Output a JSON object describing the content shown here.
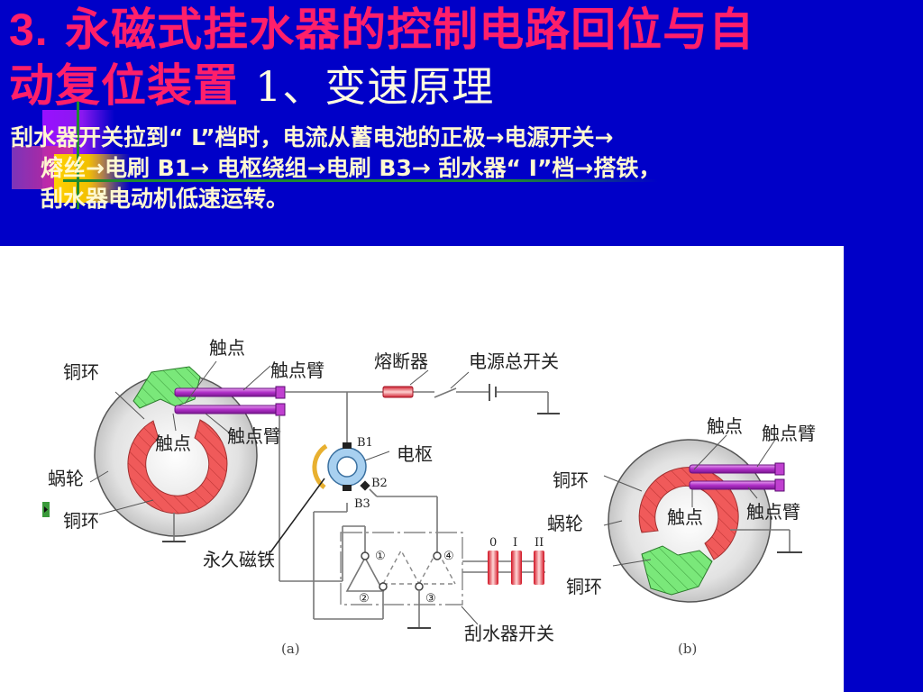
{
  "slide": {
    "title": {
      "number": "3.",
      "line1": "永磁式挂水器的控制电路回位与自",
      "line2": "动复位装置",
      "subtitle": "1、变速原理"
    },
    "body": {
      "line1": "刮水器开关拉到“ L”档时，电流从蓄电池的正极→电源开关→",
      "line2": "熔丝→电刷 B1→ 电枢绕组→电刷 B3→ 刮水器“ I”档→搭铁，",
      "line3": "刮水器电动机低速运转。"
    },
    "colors": {
      "background": "#0000c8",
      "title": "#ff1f6a",
      "subtitle": "#fffbe0",
      "body_text": "#fff8d0",
      "figure_bg": "#ffffff",
      "copper_ring_red": "#f05050",
      "copper_ring_green": "#70e070",
      "contact_arm": "#c040d0"
    }
  },
  "figure": {
    "diagram_a": {
      "labels": {
        "contact_top": "触点",
        "copper_ring_top": "铜环",
        "contact_arm_top": "触点臂",
        "contact_center": "触点",
        "contact_arm_mid": "触点臂",
        "worm_gear": "蜗轮",
        "copper_ring_bottom": "铜环",
        "fuse": "熔断器",
        "main_switch": "电源总开关",
        "armature": "电枢",
        "brush_b1": "B1",
        "brush_b2": "B2",
        "brush_b3": "B3",
        "permanent_magnet": "永久磁铁",
        "switch_pos_1": "①",
        "switch_pos_2": "②",
        "switch_pos_3": "③",
        "switch_pos_4": "④",
        "gear_0": "0",
        "gear_I": "I",
        "gear_II": "II",
        "wiper_switch": "刮水器开关",
        "caption": "(a)"
      }
    },
    "diagram_b": {
      "labels": {
        "contact_top": "触点",
        "contact_arm_top": "触点臂",
        "copper_ring_top": "铜环",
        "worm_gear": "蜗轮",
        "contact_center": "触点",
        "contact_arm_mid": "触点臂",
        "copper_ring_bottom": "铜环",
        "caption": "(b)"
      }
    }
  }
}
